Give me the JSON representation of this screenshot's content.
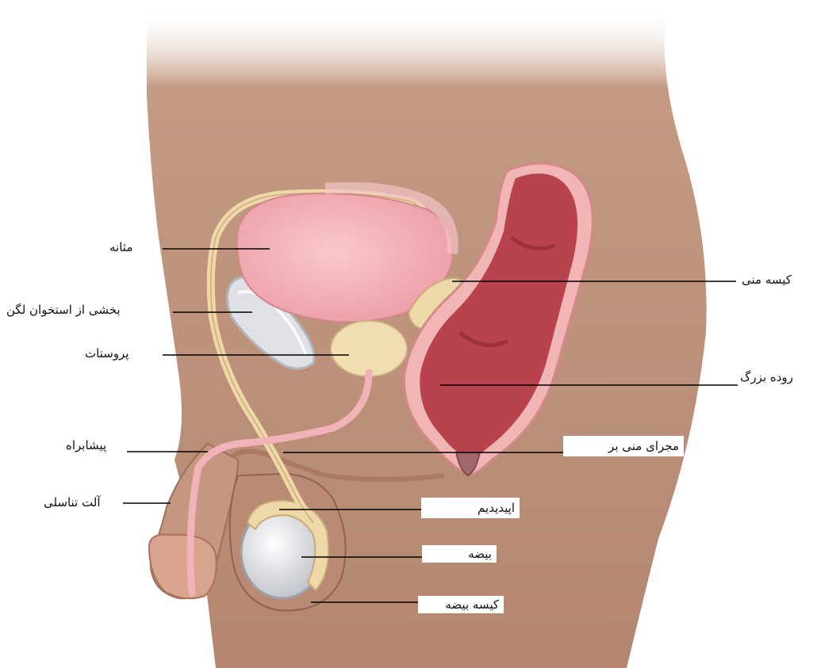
{
  "labels": {
    "bladder": "مثانه",
    "pelvic_bone": "بخشی از استخوان لگن",
    "prostate": "پروستات",
    "urethra": "پیشابراه",
    "penis": "آلت تناسلی",
    "seminal_vesicle": "کیسه منی",
    "large_intestine": "روده بزرگ",
    "vas_deferens": "مجرای منی بر",
    "epididymis": "اپیدیدیم",
    "testis": "بیضه",
    "scrotum": "کیسه بیضه"
  },
  "colors": {
    "skin": "#c49a83",
    "skin_shadow": "#a87a63",
    "bladder": "#f0a7ad",
    "rectum": "#b8434f",
    "rectum_wall": "#f2b5b5",
    "duct": "#f2dcb0",
    "prostate": "#f0ddb0",
    "urethra": "#f2b3b8",
    "testis": "#d6d8dd",
    "bone": "#dfe1e6"
  }
}
